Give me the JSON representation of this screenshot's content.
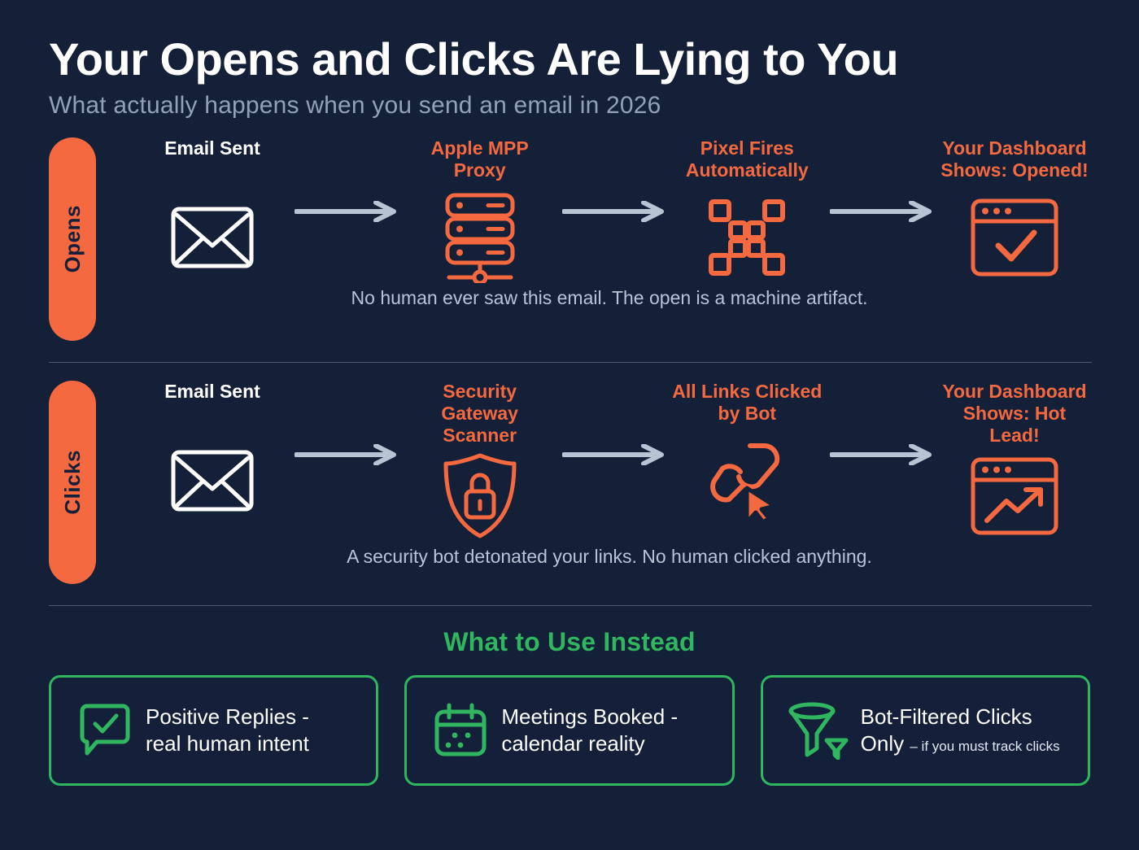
{
  "header": {
    "title": "Your Opens and Clicks Are Lying to You",
    "subtitle": "What actually happens when you send an email in 2026"
  },
  "colors": {
    "background": "#141f38",
    "accent_orange": "#f4693f",
    "accent_green": "#2fb65f",
    "arrow_gray": "#b8c4d4",
    "caption_gray": "#b9c5d6"
  },
  "rows": [
    {
      "badge": "Opens",
      "caption": "No human ever saw this email. The open is a machine artifact.",
      "steps": [
        {
          "label": "Email Sent",
          "icon": "envelope-icon",
          "color": "white"
        },
        {
          "label": "Apple MPP Proxy",
          "icon": "server-icon",
          "color": "orange"
        },
        {
          "label": "Pixel Fires Automatically",
          "icon": "tracking-pixel-icon",
          "color": "orange"
        },
        {
          "label": "Your Dashboard Shows: Opened!",
          "icon": "browser-check-icon",
          "color": "orange"
        }
      ]
    },
    {
      "badge": "Clicks",
      "caption": "A security bot detonated your links. No human clicked anything.",
      "steps": [
        {
          "label": "Email Sent",
          "icon": "envelope-icon",
          "color": "white"
        },
        {
          "label": "Security Gateway Scanner",
          "icon": "shield-lock-icon",
          "color": "orange"
        },
        {
          "label": "All Links Clicked by Bot",
          "icon": "link-cursor-icon",
          "color": "orange"
        },
        {
          "label": "Your Dashboard Shows: Hot Lead!",
          "icon": "browser-trending-icon",
          "color": "orange"
        }
      ]
    }
  ],
  "bottom": {
    "title": "What to Use Instead",
    "cards": [
      {
        "icon": "chat-check-icon",
        "line1": "Positive Replies -",
        "line2": "real human intent",
        "note": ""
      },
      {
        "icon": "calendar-icon",
        "line1": "Meetings Booked -",
        "line2": "calendar reality",
        "note": ""
      },
      {
        "icon": "funnel-icon",
        "line1": "Bot-Filtered Clicks",
        "line2": "Only",
        "note": "– if you must track clicks"
      }
    ]
  }
}
